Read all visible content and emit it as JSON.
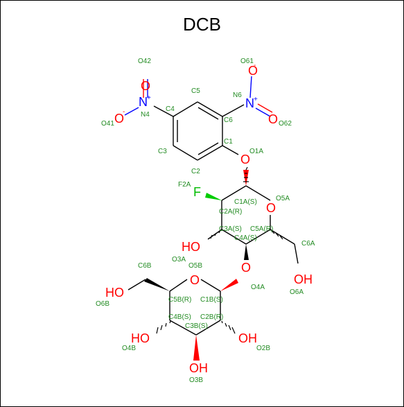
{
  "title": "DCB",
  "atom_labels": {
    "O42": "O42",
    "O61": "O61",
    "C5": "C5",
    "N6": "N6",
    "C4": "C4",
    "N4": "N4",
    "C6": "C6",
    "O41": "O41",
    "O62": "O62",
    "C3": "C3",
    "C1": "C1",
    "O1A": "O1A",
    "C2": "C2",
    "F2A": "F2A",
    "C1A": "C1A(S)",
    "O5A": "O5A",
    "C2A": "C2A(R)",
    "C3A": "C3A(S)",
    "C5A": "C5A(R)",
    "C4A": "C4A(S)",
    "C6A": "C6A",
    "O3A": "O3A",
    "C6B": "C6B",
    "O5B": "O5B",
    "O4A": "O4A",
    "O6A": "O6A",
    "O6B": "O6B",
    "C5B": "C5B(R)",
    "C1B": "C1B(S)",
    "C4B": "C4B(S)",
    "C2B": "C2B(R)",
    "C3B": "C3B(S)",
    "O4B": "O4B",
    "O2B": "O2B",
    "O3B": "O3B"
  },
  "atom_symbols": {
    "O": "O",
    "N": "N",
    "F": "F",
    "HO": "HO",
    "OH": "OH",
    "plus": "+",
    "minus": "-"
  }
}
